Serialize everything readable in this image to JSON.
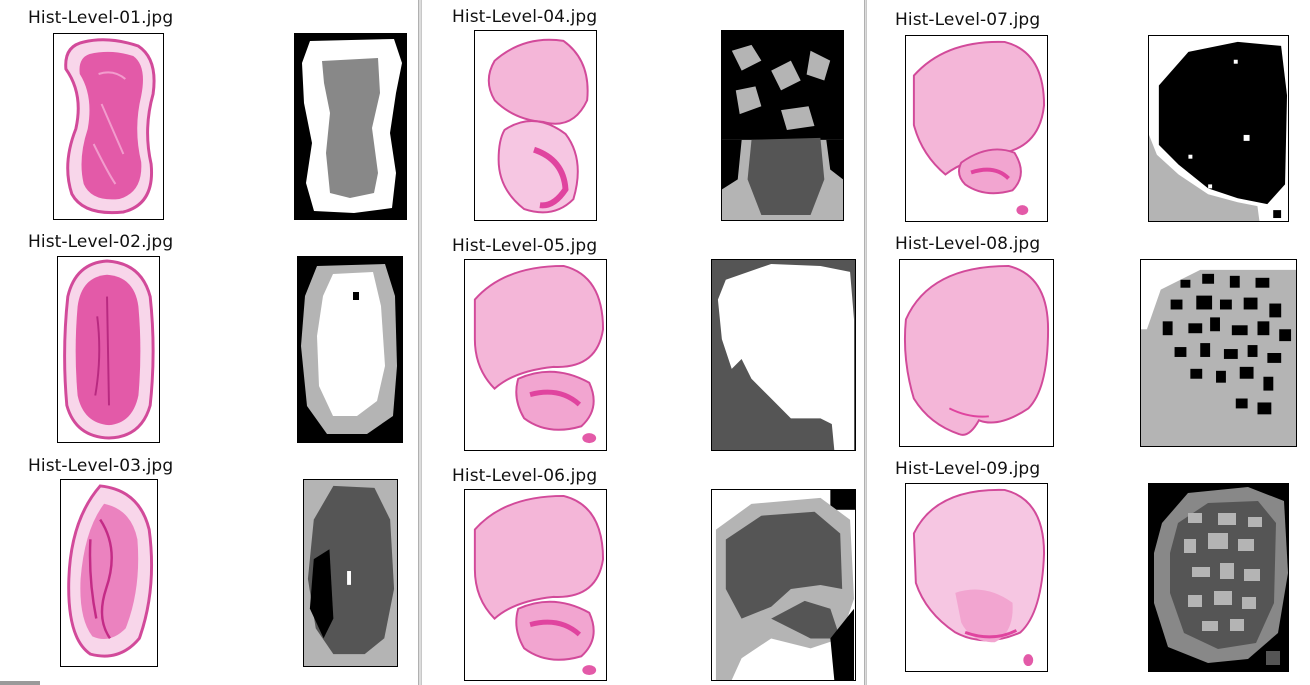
{
  "panels": [
    {
      "items": [
        {
          "title": "Hist-Level-01.jpg"
        },
        {
          "title": "Hist-Level-02.jpg"
        },
        {
          "title": "Hist-Level-03.jpg"
        }
      ]
    },
    {
      "items": [
        {
          "title": "Hist-Level-04.jpg"
        },
        {
          "title": "Hist-Level-05.jpg"
        },
        {
          "title": "Hist-Level-06.jpg"
        }
      ]
    },
    {
      "items": [
        {
          "title": "Hist-Level-07.jpg"
        },
        {
          "title": "Hist-Level-08.jpg"
        },
        {
          "title": "Hist-Level-09.jpg"
        }
      ]
    }
  ],
  "colors": {
    "tissue_pink": "#e0449f",
    "tissue_light": "#f6c6e2",
    "mask_black": "#000000",
    "mask_dark_gray": "#555555",
    "mask_mid_gray": "#888888",
    "mask_light_gray": "#b4b4b4",
    "mask_white": "#ffffff"
  }
}
